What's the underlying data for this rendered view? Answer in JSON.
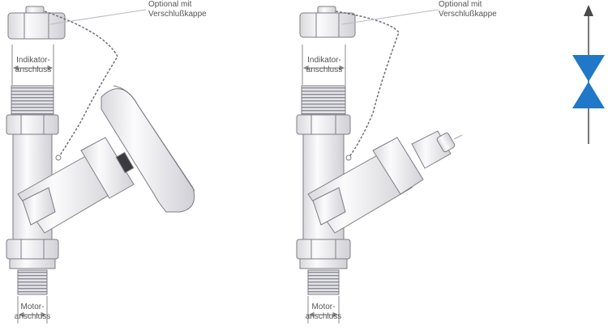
{
  "labels": {
    "indicator_port_line1": "Indikator-",
    "indicator_port_line2": "anschluss",
    "motor_port_line1": "Motor-",
    "motor_port_line2": "anschluss",
    "optional_cap_line1": "Optional mit",
    "optional_cap_line2": "Verschlußkappe"
  },
  "colors": {
    "body_fill": "#f3f3f5",
    "outline": "#7d7d85",
    "thread": "#8a8a92",
    "symbol_blue": "#1f78c8",
    "arrow": "#4a4a4a",
    "callout": "#b9b9c0"
  },
  "symbol": {
    "icon": "valve-symbol-icon",
    "flow_arrow": "arrow-up-icon"
  }
}
